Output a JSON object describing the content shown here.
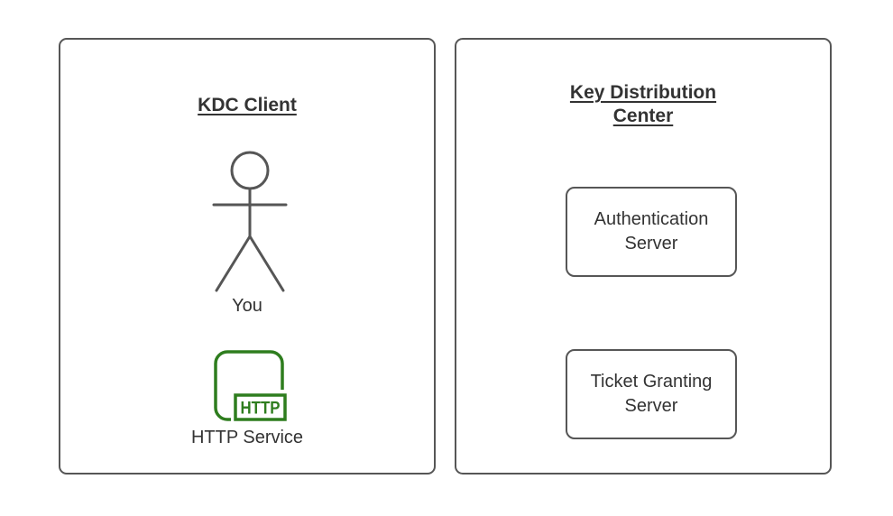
{
  "client_panel": {
    "title": "KDC Client",
    "actor_label": "You",
    "service_icon_text": "HTTP",
    "service_label": "HTTP Service"
  },
  "kdc_panel": {
    "title": "Key Distribution Center",
    "boxes": [
      {
        "label": "Authentication Server"
      },
      {
        "label": "Ticket Granting Server"
      }
    ]
  },
  "colors": {
    "outline": "#565656",
    "text": "#333333",
    "accent_green": "#2e7d1e",
    "background": "#ffffff"
  }
}
